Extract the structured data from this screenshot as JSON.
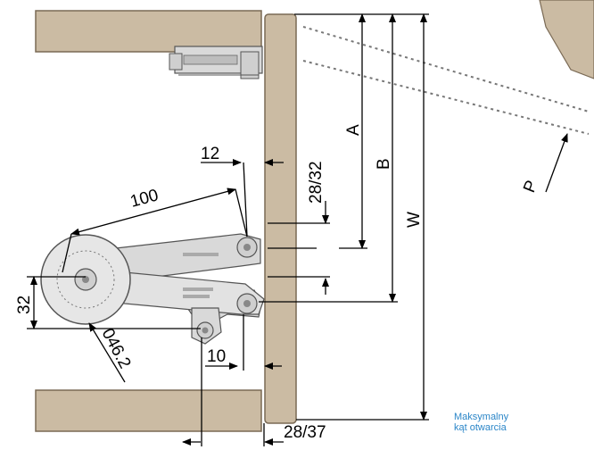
{
  "labels": {
    "dim_12": "12",
    "dim_100": "100",
    "dim_28_32": "28/32",
    "dim_A": "A",
    "dim_B": "B",
    "dim_W": "W",
    "dim_P": "P",
    "dim_32": "32",
    "dim_046_2": "046.2",
    "dim_10": "10",
    "dim_28_37": "28/37"
  },
  "note": {
    "line1": "Maksymalny",
    "line2": "kąt otwarcia"
  },
  "colors": {
    "panel": "#cbbba3",
    "panel_edge": "#7a6a55",
    "hardware": "#d9d9d9",
    "hardware_edge": "#555555",
    "note": "#2b86c8"
  }
}
